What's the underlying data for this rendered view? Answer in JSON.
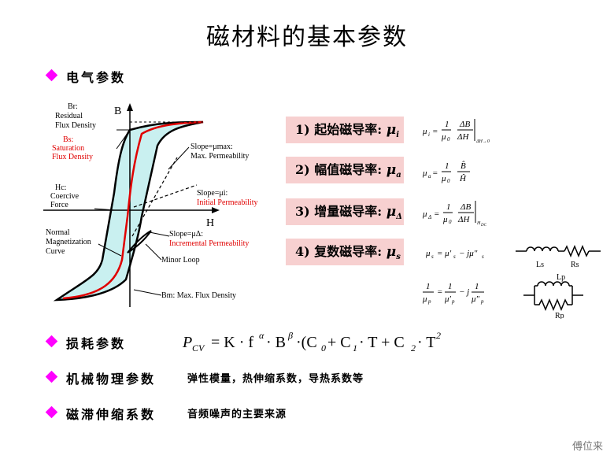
{
  "title": "磁材料的基本参数",
  "sections": {
    "electrical": "电气参数",
    "loss": "损耗参数",
    "mechanical": "机械物理参数",
    "mechanical_note": "弹性模量，热伸缩系数，导热系数等",
    "magnetostriction": "磁滞伸缩系数",
    "magnetostriction_note": "音频噪声的主要来源"
  },
  "params": [
    {
      "label": "1) 起始磁导率:",
      "symbol": "μ",
      "sub": "i"
    },
    {
      "label": "2) 幅值磁导率:",
      "symbol": "μ",
      "sub": "a"
    },
    {
      "label": "3) 增量磁导率:",
      "symbol": "μ",
      "sub": "Δ"
    },
    {
      "label": "4) 复数磁导率:",
      "symbol": "μ",
      "sub": "s"
    }
  ],
  "loss_formula": "P_CV = K·f^α·B^β·(C0 + C1·T + C2·T²)",
  "diagram": {
    "axis_b": "B",
    "axis_h": "H",
    "br_label": "Br:",
    "br_residual": "Residual",
    "br_desc": "Flux Density",
    "bs_label": "Bs:",
    "bs_saturation": "Saturation",
    "bs_desc": "Flux Density",
    "hc_label": "Hc:",
    "hc_coercive": "Coercive",
    "hc_desc": "Force",
    "normal_1": "Normal",
    "normal_2": "Magnetization",
    "normal_3": "Curve",
    "slope_max": "Slope=μmax:",
    "slope_max_desc": "Max. Permeability",
    "slope_i": "Slope=μi:",
    "slope_i_desc": "Initial Permeability",
    "slope_delta": "Slope=μΔ:",
    "slope_delta_desc": "Incremental Permeability",
    "minor_loop": "Minor Loop",
    "bm": "Bm: Max. Flux Density"
  },
  "circuits": {
    "ls": "Ls",
    "rs": "Rs",
    "lp": "Lp",
    "rp": "Rp"
  },
  "watermark": "傅位来",
  "colors": {
    "bullet": "#ff00ff",
    "param_box": "#f7d0d0",
    "loop_fill": "#c9f0f0",
    "red": "#e00000"
  }
}
